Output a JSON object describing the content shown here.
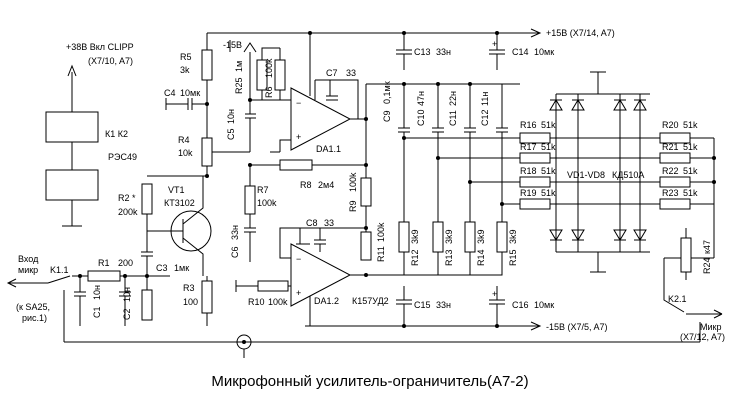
{
  "caption": "Микрофонный усилитель-ограничитель(А7-2)",
  "power": {
    "relay_supply": "+38В Вкл CLIPP",
    "relay_supply_ref": "(X7/10, A7)",
    "plus15": "+15В (X7/14, A7)",
    "minus15_top": "-15В",
    "minus15_bottom": "-15В (X7/5, A7)"
  },
  "relay": {
    "name": "К1  К2",
    "type": "РЭС49"
  },
  "input": {
    "label_1": "Вход",
    "label_2": "микр",
    "ref_1": "(к SA25,",
    "ref_2": "рис.1)",
    "switch": "K1.1"
  },
  "output": {
    "label_1": "Микр",
    "label_2": "(X7/12, A7)",
    "switch": "K2.1"
  },
  "opamps": {
    "a1": "DA1.1",
    "a2": "DA1.2",
    "type": "К157УД2"
  },
  "transistor": {
    "ref": "VT1",
    "type": "КТ3102"
  },
  "diodes": {
    "ref": "VD1-VD8",
    "type": "КД510А"
  },
  "parts": [
    {
      "ref": "R1",
      "value": "200"
    },
    {
      "ref": "C1",
      "value": "10н"
    },
    {
      "ref": "C2",
      "value": "10н"
    },
    {
      "ref": "C3",
      "value": "1мк"
    },
    {
      "ref": "R2 *",
      "value": "200k"
    },
    {
      "ref": "R3",
      "value": "100"
    },
    {
      "ref": "R4",
      "value": "10k"
    },
    {
      "ref": "C4",
      "value": "10мк"
    },
    {
      "ref": "R5",
      "value": "3k"
    },
    {
      "ref": "C5",
      "value": "10н"
    },
    {
      "ref": "R25",
      "value": "1м"
    },
    {
      "ref": "R6",
      "value": "100k"
    },
    {
      "ref": "C7",
      "value": "33"
    },
    {
      "ref": "C6",
      "value": "33н"
    },
    {
      "ref": "R7",
      "value": "100k"
    },
    {
      "ref": "R8",
      "value": "2м4"
    },
    {
      "ref": "R9",
      "value": "100k"
    },
    {
      "ref": "C8",
      "value": "33"
    },
    {
      "ref": "R10",
      "value": "100k"
    },
    {
      "ref": "R11",
      "value": "100k"
    },
    {
      "ref": "C9",
      "value": "0,1мк"
    },
    {
      "ref": "C10",
      "value": "47н"
    },
    {
      "ref": "C11",
      "value": "22н"
    },
    {
      "ref": "C12",
      "value": "11н"
    },
    {
      "ref": "R12",
      "value": "3k9"
    },
    {
      "ref": "R13",
      "value": "3k9"
    },
    {
      "ref": "R14",
      "value": "3k9"
    },
    {
      "ref": "R15",
      "value": "3k9"
    },
    {
      "ref": "C13",
      "value": "33н"
    },
    {
      "ref": "C14",
      "value": "10мк"
    },
    {
      "ref": "C15",
      "value": "33н"
    },
    {
      "ref": "C16",
      "value": "10мк"
    },
    {
      "ref": "R16",
      "value": "51k"
    },
    {
      "ref": "R17",
      "value": "51k"
    },
    {
      "ref": "R18",
      "value": "51k"
    },
    {
      "ref": "R19",
      "value": "51k"
    },
    {
      "ref": "R20",
      "value": "51k"
    },
    {
      "ref": "R21",
      "value": "51k"
    },
    {
      "ref": "R22",
      "value": "51k"
    },
    {
      "ref": "R23",
      "value": "51k"
    },
    {
      "ref": "R24",
      "value": "к47"
    }
  ]
}
